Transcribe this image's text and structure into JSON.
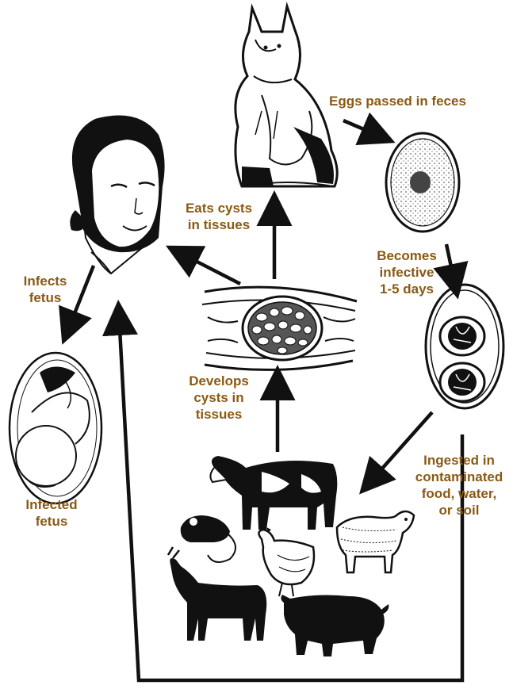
{
  "labels": {
    "eggs_passed": "Eggs passed in feces",
    "becomes_infective": [
      "Becomes",
      "infective",
      "1-5 days"
    ],
    "eats_cysts": [
      "Eats cysts",
      "in tissues"
    ],
    "develops_cysts": [
      "Develops",
      "cysts in",
      "tissues"
    ],
    "ingested": [
      "Ingested in",
      "contaminated",
      "food, water,",
      "or soil"
    ],
    "infects_fetus": [
      "Infects",
      "fetus"
    ],
    "infected_fetus": [
      "Infected",
      "fetus"
    ]
  },
  "colors": {
    "label_text": "#8a5a14",
    "arrow": "#111111",
    "ink": "#111111"
  },
  "icons": [
    "cat-illustration",
    "egg-unembryonated-icon",
    "egg-embryonated-icon",
    "tissue-cyst-icon",
    "woman-illustration",
    "fetus-illustration",
    "cow-icon",
    "rat-icon",
    "chicken-icon",
    "sheep-icon",
    "goat-icon",
    "pig-icon"
  ]
}
